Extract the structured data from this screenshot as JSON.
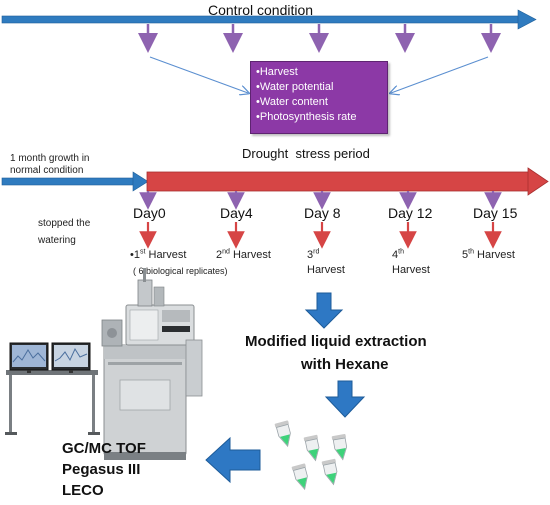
{
  "control_label": "Control condition",
  "info_box": {
    "items": [
      "Harvest",
      "Water potential",
      "Water content",
      "Photosynthesis rate"
    ]
  },
  "drought_label": "Drought  stress period",
  "growth_label": [
    "1 month growth in",
    "normal condition"
  ],
  "stop_label": [
    "stopped the",
    "watering"
  ],
  "days": [
    "Day0",
    "Day4",
    "Day 8",
    "Day 12",
    "Day 15"
  ],
  "harvests": [
    {
      "num": "1",
      "sup": "st",
      "word": "Harvest"
    },
    {
      "num": "2",
      "sup": "nd",
      "word": "Harvest"
    },
    {
      "num": "3",
      "sup": "rd",
      "word": "Harvest"
    },
    {
      "num": "4",
      "sup": "th",
      "word": "Harvest"
    },
    {
      "num": "5",
      "sup": "th",
      "word": "Harvest"
    }
  ],
  "replicates_label": "( 6 biological replicates)",
  "extraction_label": [
    "Modified liquid extraction",
    "with Hexane"
  ],
  "instrument_label": [
    "GC/MC TOF",
    "Pegasus III",
    "LECO"
  ],
  "colors": {
    "blue_arrow": "#2f7bbf",
    "red_arrow": "#d64545",
    "purple_arrow": "#8e63b0",
    "box_fill": "#8c39a6",
    "tube_green": "#3ed27a"
  }
}
